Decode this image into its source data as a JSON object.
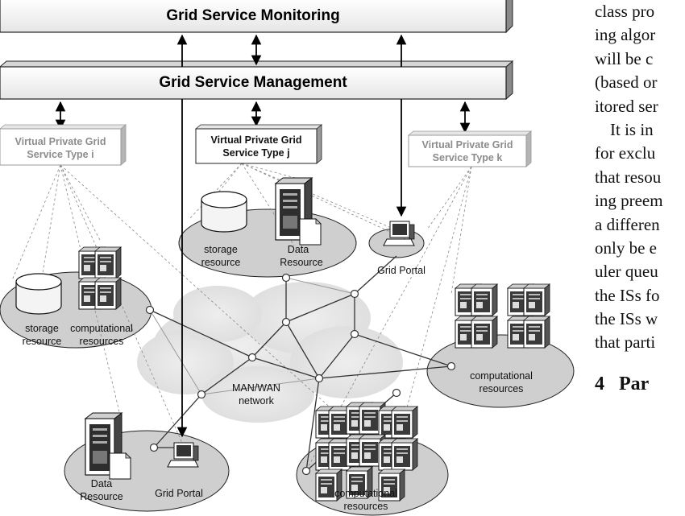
{
  "diagram": {
    "top_bar": "Grid Service Monitoring",
    "mgmt_bar": "Grid Service Management",
    "vpg_i": [
      "Virtual Private Grid",
      "Service Type i"
    ],
    "vpg_j": [
      "Virtual Private Grid",
      "Service Type j"
    ],
    "vpg_k": [
      "Virtual Private Grid",
      "Service Type k"
    ],
    "storage_left": [
      "storage",
      "resource"
    ],
    "comp_left": [
      "computational",
      "resources"
    ],
    "storage_center": [
      "storage",
      "resource"
    ],
    "data_center": [
      "Data",
      "Resource"
    ],
    "grid_portal_right": "Grid Portal",
    "network": [
      "MAN/WAN",
      "network"
    ],
    "comp_right": [
      "computational",
      "resources"
    ],
    "data_bottom": [
      "Data",
      "Resource"
    ],
    "grid_portal_bottom": "Grid Portal",
    "comp_bottom": [
      "computational",
      "resources"
    ]
  },
  "side_text": {
    "lines": [
      "class pro",
      "ing algor",
      "will be c",
      "(based or",
      "itored ser",
      "It is in",
      "for exclu",
      "that resou",
      "ing preem",
      "a differen",
      "only be e",
      "uler queu",
      "the ISs fo",
      "the ISs w",
      "that parti"
    ],
    "section_number": "4",
    "section_title": "Par"
  }
}
